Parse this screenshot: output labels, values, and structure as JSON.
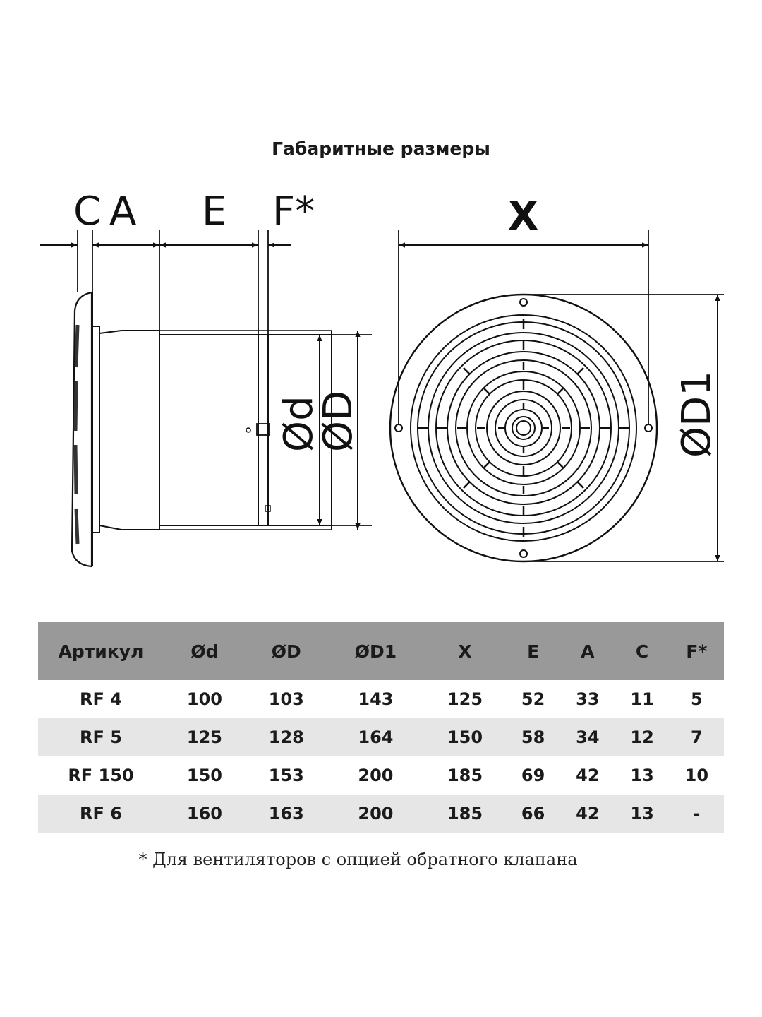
{
  "title": "Габаритные размеры",
  "diagram_labels": {
    "C": "C",
    "A": "A",
    "E": "E",
    "F": "F*",
    "d": "Ød",
    "D": "ØD",
    "X": "X",
    "D1": "ØD1"
  },
  "table": {
    "headers": [
      "Артикул",
      "Ød",
      "ØD",
      "ØD1",
      "X",
      "E",
      "A",
      "C",
      "F*"
    ],
    "rows": [
      [
        "RF 4",
        "100",
        "103",
        "143",
        "125",
        "52",
        "33",
        "11",
        "5"
      ],
      [
        "RF 5",
        "125",
        "128",
        "164",
        "150",
        "58",
        "34",
        "12",
        "7"
      ],
      [
        "RF 150",
        "150",
        "153",
        "200",
        "185",
        "69",
        "42",
        "13",
        "10"
      ],
      [
        "RF 6",
        "160",
        "163",
        "200",
        "185",
        "66",
        "42",
        "13",
        "-"
      ]
    ]
  },
  "footnote": "* Для вентиляторов с опцией обратного клапана"
}
